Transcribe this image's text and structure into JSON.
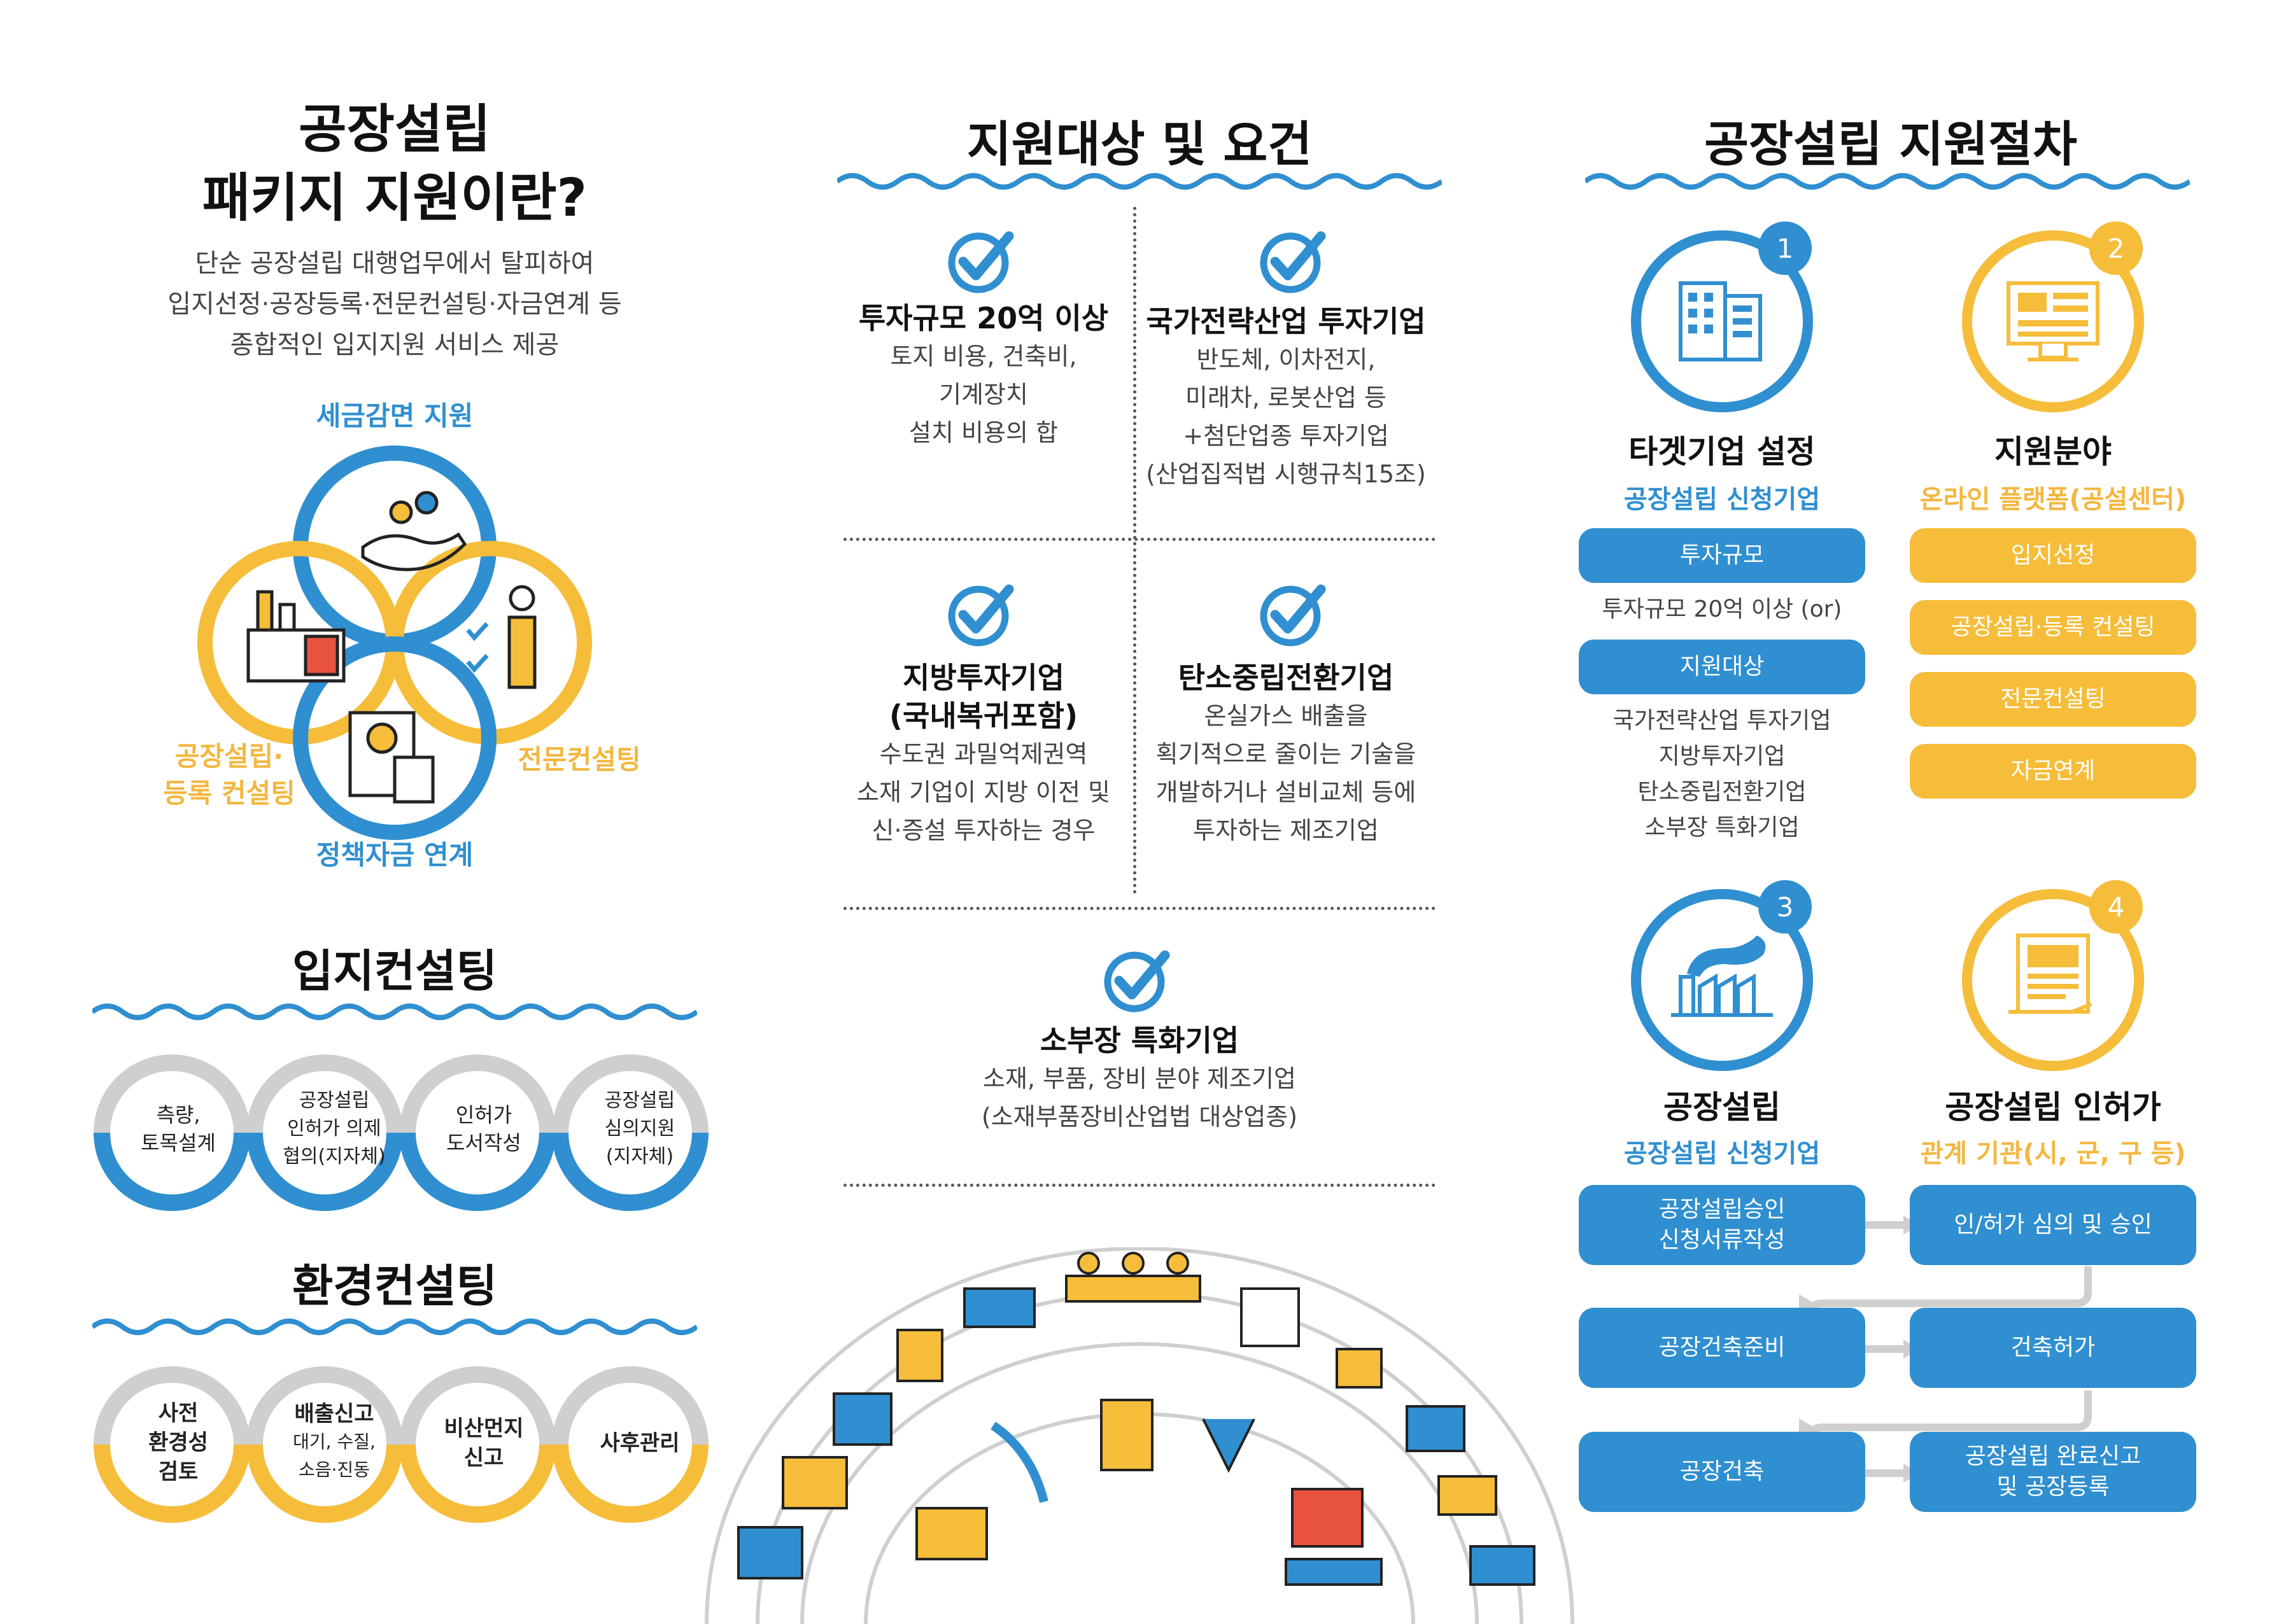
{
  "left": {
    "title_line1": "공장설립",
    "title_line2": "패키지 지원이란?",
    "desc": [
      "단순 공장설립 대행업무에서 탈피하여",
      "입지선정·공장등록·전문컨설팅·자금연계 등",
      "종합적인 입지지원 서비스 제공"
    ],
    "venn": {
      "top": "세금감면 지원",
      "left_line1": "공장설립·",
      "left_line2": "등록 컨설팅",
      "right": "전문컨설팅",
      "bottom": "정책자금 연계"
    },
    "site": {
      "title": "입지컨설팅",
      "items": [
        [
          "측량,",
          "토목설계"
        ],
        [
          "공장설립",
          "인허가 의제",
          "협의(지자체)"
        ],
        [
          "인허가",
          "도서작성"
        ],
        [
          "공장설립",
          "심의지원",
          "(지자체)"
        ]
      ]
    },
    "env": {
      "title": "환경컨설팅",
      "items": [
        [
          "사전",
          "환경성",
          "검토"
        ],
        [
          "배출신고",
          "대기, 수질,",
          "소음·진동"
        ],
        [
          "비산먼지",
          "신고"
        ],
        [
          "사후관리"
        ]
      ]
    }
  },
  "middle": {
    "title": "지원대상 및 요건",
    "cards": [
      {
        "title": [
          "투자규모 20억 이상"
        ],
        "text": [
          "토지 비용, 건축비,",
          "기계장치",
          "설치 비용의 합"
        ]
      },
      {
        "title": [
          "국가전략산업 투자기업"
        ],
        "text": [
          "반도체, 이차전지,",
          "미래차, 로봇산업 등",
          "+첨단업종 투자기업",
          "(산업집적법 시행규칙15조)"
        ]
      },
      {
        "title": [
          "지방투자기업",
          "(국내복귀포함)"
        ],
        "text": [
          "수도권 과밀억제권역",
          "소재 기업이 지방 이전 및",
          "신·증설 투자하는 경우"
        ]
      },
      {
        "title": [
          "탄소중립전환기업"
        ],
        "text": [
          "온실가스 배출을",
          "획기적으로 줄이는 기술을",
          "개발하거나 설비교체 등에",
          "투자하는 제조기업"
        ]
      },
      {
        "title": [
          "소부장 특화기업"
        ],
        "text": [
          "소재, 부품, 장비 분야 제조기업",
          "(소재부품장비산업법 대상업종)"
        ]
      }
    ]
  },
  "right": {
    "title": "공장설립 지원절차",
    "step1": {
      "num": "1",
      "title": "타겟기업 설정",
      "sub": "공장설립 신청기업",
      "pill1": "투자규모",
      "text1": "투자규모 20억 이상 (or)",
      "pill2": "지원대상",
      "list": [
        "국가전략산업 투자기업",
        "지방투자기업",
        "탄소중립전환기업",
        "소부장 특화기업"
      ]
    },
    "step2": {
      "num": "2",
      "title": "지원분야",
      "sub": "온라인 플랫폼(공설센터)",
      "pills": [
        "입지선정",
        "공장설립·등록 컨설팅",
        "전문컨설팅",
        "자금연계"
      ]
    },
    "step3": {
      "num": "3",
      "title": "공장설립",
      "sub": "공장설립 신청기업"
    },
    "step4": {
      "num": "4",
      "title": "공장설립 인허가",
      "sub": "관계 기관(시, 군, 구 등)"
    },
    "flow": {
      "a1": [
        "공장설립승인",
        "신청서류작성"
      ],
      "b1": "인/허가 심의 및 승인",
      "a2": "공장건축준비",
      "b2": "건축허가",
      "a3": "공장건축",
      "b3": [
        "공장설립 완료신고",
        "및 공장등록"
      ]
    }
  },
  "colors": {
    "blue": "#2f8fd0",
    "yellow": "#f6bd3a",
    "grey": "#cfcfcf"
  }
}
